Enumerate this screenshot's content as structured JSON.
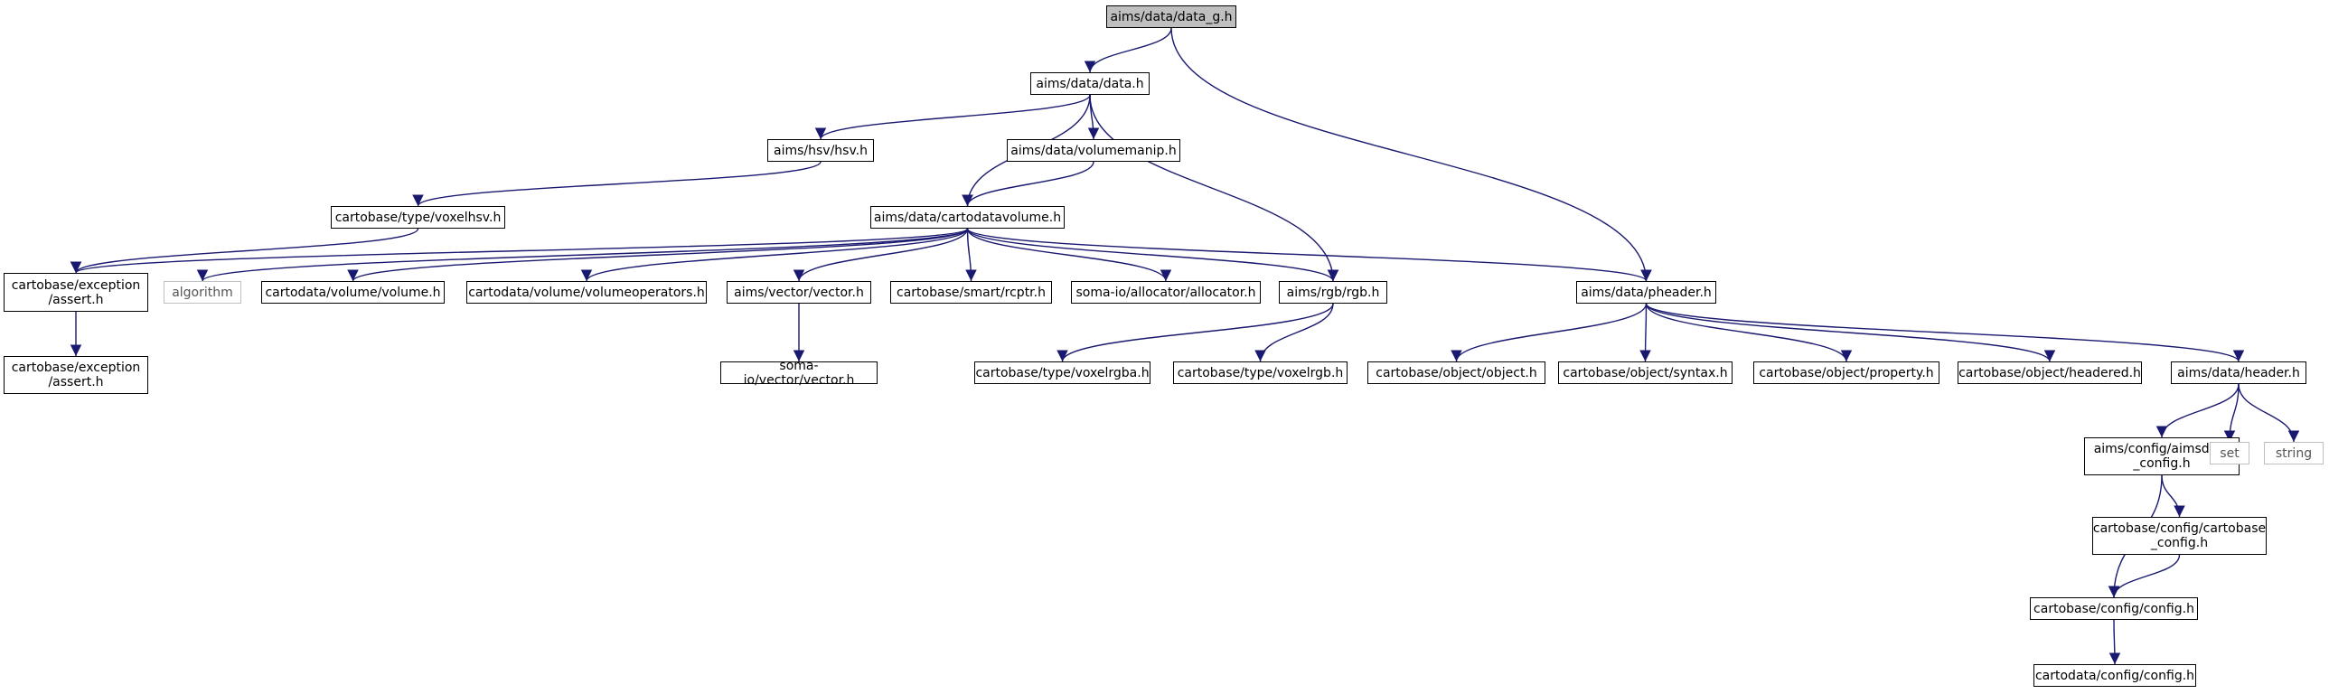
{
  "diagram": {
    "colors": {
      "edge": "#191970",
      "root_fill": "#bfbfbf",
      "external_border": "#bfbfbf"
    },
    "nodes": [
      {
        "id": "n0",
        "label": "aims/data/data_g.h",
        "kind": "root"
      },
      {
        "id": "n1",
        "label": "aims/data/data.h"
      },
      {
        "id": "n2",
        "label": "aims/hsv/hsv.h"
      },
      {
        "id": "n3",
        "label": "aims/data/volumemanip.h"
      },
      {
        "id": "n4",
        "label": "cartobase/type/voxelhsv.h"
      },
      {
        "id": "n5",
        "label": "aims/data/cartodatavolume.h"
      },
      {
        "id": "n6",
        "label": "cartobase/exception\n/assert.h"
      },
      {
        "id": "n7",
        "label": "algorithm",
        "kind": "external"
      },
      {
        "id": "n8",
        "label": "cartodata/volume/volume.h"
      },
      {
        "id": "n9",
        "label": "cartodata/volume/volumeoperators.h"
      },
      {
        "id": "n10",
        "label": "aims/vector/vector.h"
      },
      {
        "id": "n11",
        "label": "cartobase/smart/rcptr.h"
      },
      {
        "id": "n12",
        "label": "soma-io/allocator/allocator.h"
      },
      {
        "id": "n13",
        "label": "aims/rgb/rgb.h"
      },
      {
        "id": "n14",
        "label": "aims/data/pheader.h"
      },
      {
        "id": "n15",
        "label": "cartobase/exception\n/assert.h"
      },
      {
        "id": "n16",
        "label": "soma-io/vector/vector.h"
      },
      {
        "id": "n17",
        "label": "cartobase/type/voxelrgba.h"
      },
      {
        "id": "n18",
        "label": "cartobase/type/voxelrgb.h"
      },
      {
        "id": "n19",
        "label": "cartobase/object/object.h"
      },
      {
        "id": "n20",
        "label": "cartobase/object/syntax.h"
      },
      {
        "id": "n21",
        "label": "cartobase/object/property.h"
      },
      {
        "id": "n22",
        "label": "cartobase/object/headered.h"
      },
      {
        "id": "n23",
        "label": "aims/data/header.h"
      },
      {
        "id": "n24",
        "label": "aims/config/aimsdata\n_config.h"
      },
      {
        "id": "n25",
        "label": "set",
        "kind": "external"
      },
      {
        "id": "n26",
        "label": "string",
        "kind": "external"
      },
      {
        "id": "n27",
        "label": "cartobase/config/cartobase\n_config.h"
      },
      {
        "id": "n28",
        "label": "cartobase/config/config.h"
      },
      {
        "id": "n29",
        "label": "cartodata/config/config.h"
      }
    ],
    "edges": [
      [
        "n0",
        "n1"
      ],
      [
        "n0",
        "n14"
      ],
      [
        "n1",
        "n2"
      ],
      [
        "n1",
        "n5"
      ],
      [
        "n1",
        "n3"
      ],
      [
        "n1",
        "n13"
      ],
      [
        "n2",
        "n4"
      ],
      [
        "n3",
        "n5"
      ],
      [
        "n4",
        "n6"
      ],
      [
        "n5",
        "n6"
      ],
      [
        "n5",
        "n7"
      ],
      [
        "n5",
        "n8"
      ],
      [
        "n5",
        "n9"
      ],
      [
        "n5",
        "n10"
      ],
      [
        "n5",
        "n11"
      ],
      [
        "n5",
        "n12"
      ],
      [
        "n5",
        "n13"
      ],
      [
        "n5",
        "n14"
      ],
      [
        "n6",
        "n15"
      ],
      [
        "n10",
        "n16"
      ],
      [
        "n13",
        "n17"
      ],
      [
        "n13",
        "n18"
      ],
      [
        "n14",
        "n19"
      ],
      [
        "n14",
        "n20"
      ],
      [
        "n14",
        "n21"
      ],
      [
        "n14",
        "n22"
      ],
      [
        "n14",
        "n23"
      ],
      [
        "n23",
        "n24"
      ],
      [
        "n23",
        "n25"
      ],
      [
        "n23",
        "n26"
      ],
      [
        "n24",
        "n27"
      ],
      [
        "n24",
        "n28"
      ],
      [
        "n27",
        "n28"
      ],
      [
        "n28",
        "n29"
      ]
    ]
  }
}
